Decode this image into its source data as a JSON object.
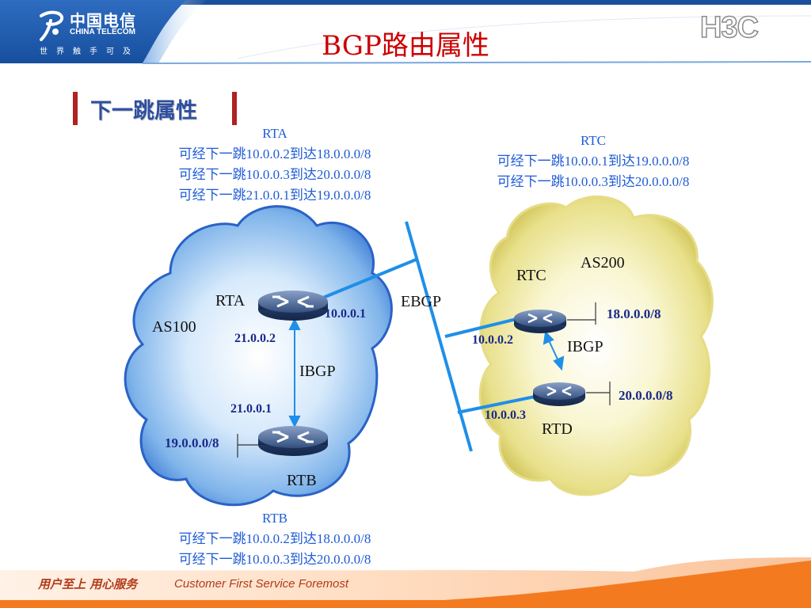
{
  "header": {
    "logo_cn": "中国电信",
    "logo_en": "CHINA TELECOM",
    "logo_slogan": "世界触手可及",
    "title": "BGP路由属性",
    "brand": "H3C"
  },
  "section": {
    "title": "下一跳属性"
  },
  "routers": {
    "rta": {
      "name": "RTA",
      "lines": [
        "可经下一跳10.0.0.2到达18.0.0.0/8",
        "可经下一跳10.0.0.3到达20.0.0.0/8",
        "可经下一跳21.0.0.1到达19.0.0.0/8"
      ]
    },
    "rtc": {
      "name": "RTC",
      "lines": [
        "可经下一跳10.0.0.1到达19.0.0.0/8",
        "可经下一跳10.0.0.3到达20.0.0.0/8"
      ]
    },
    "rtb": {
      "name": "RTB",
      "lines": [
        "可经下一跳10.0.0.2到达18.0.0.0/8",
        "可经下一跳10.0.0.3到达20.0.0.0/8"
      ]
    }
  },
  "diagram": {
    "as100": "AS100",
    "as200": "AS200",
    "rta_label": "RTA",
    "rtb_label": "RTB",
    "rtc_label": "RTC",
    "rtd_label": "RTD",
    "ebgp": "EBGP",
    "ibgp_left": "IBGP",
    "ibgp_right": "IBGP",
    "ip_rta_ext": "10.0.0.1",
    "ip_rta_int": "21.0.0.2",
    "ip_rtb_int": "21.0.0.1",
    "ip_rtc_ext": "10.0.0.2",
    "ip_rtd_ext": "10.0.0.3",
    "net_rtb": "19.0.0.0/8",
    "net_rtc": "18.0.0.0/8",
    "net_rtd": "20.0.0.0/8"
  },
  "footer": {
    "slogan_cn": "用户至上  用心服务",
    "slogan_en": "Customer First Service Foremost"
  },
  "colors": {
    "title_red": "#cc0000",
    "link_blue": "#1e8fe8",
    "header_blue": "#1a5bb0",
    "footer_orange": "#f47a20"
  }
}
